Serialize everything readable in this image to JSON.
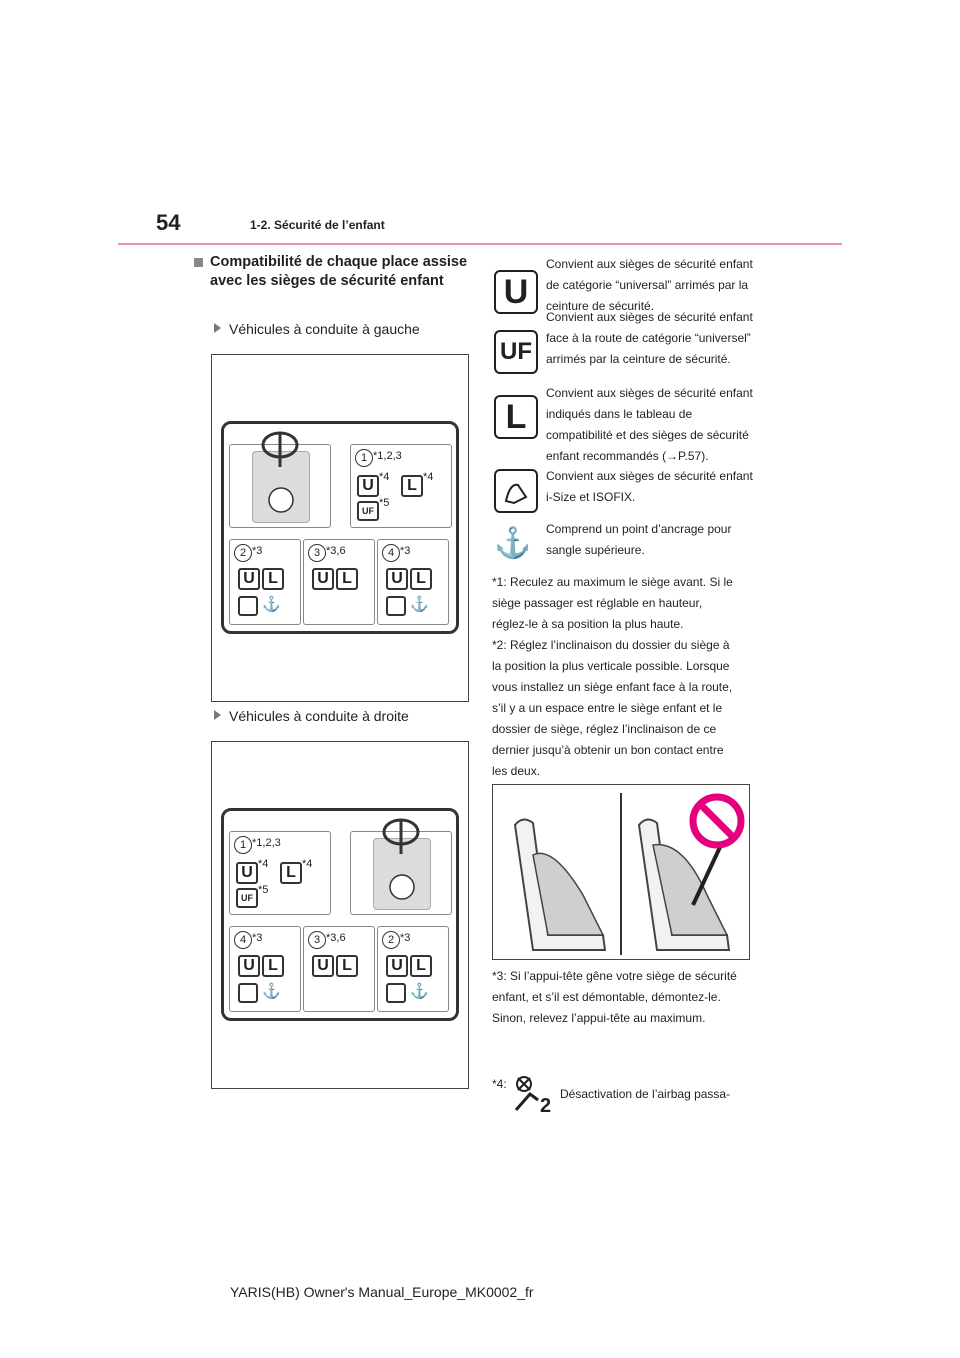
{
  "header": {
    "page_number": "54",
    "section": "1-2. Sécurité de l’enfant"
  },
  "heading": "Compatibilité de chaque place assise avec les sièges de sécurité enfant",
  "left_label": "Véhicules à conduite à gauche",
  "right_label": "Véhicules à conduite à droite",
  "diagram": {
    "seat1_tag": "*1,2,3",
    "sup4": "*4",
    "sup5": "*5",
    "tag3": "*3",
    "tag36": "*3,6",
    "n1": "1",
    "n2": "2",
    "n3": "3",
    "n4": "4",
    "U": "U",
    "L": "L",
    "UF": "UF"
  },
  "legend": [
    {
      "icon": "U",
      "text": "Convient aux sièges de sécurité enfant de catégorie “universal” arrimés par la ceinture de sécurité."
    },
    {
      "icon": "UF",
      "text": "Convient aux sièges de sécurité enfant face à la route de catégorie “universel” arrimés par la ceinture de sécurité."
    },
    {
      "icon": "L",
      "text": "Convient aux sièges de sécurité enfant indiqués dans le tableau de compatibilité et des sièges de sécurité enfant recommandés (→P.57)."
    },
    {
      "icon": "isofix",
      "text": "Convient aux sièges de sécurité enfant i-Size et ISOFIX."
    },
    {
      "icon": "anchor",
      "text": "Comprend un point d’ancrage pour sangle supérieure."
    }
  ],
  "footnotes": [
    {
      "mark": "*1:",
      "text": "Reculez au maximum le siège avant. Si le siège passager est réglable en hauteur, réglez-le à sa position la plus haute."
    },
    {
      "mark": "*2:",
      "text": "Réglez l’inclinaison du dossier du siège à la position la plus verticale possible. Lorsque vous installez un siège enfant face à la route, s’il y a un espace entre le siège enfant et le dossier de siège, réglez l’inclinaison de ce dernier jusqu’à obtenir un bon contact entre les deux."
    },
    {
      "mark": "*3:",
      "text": "Si l’appui-tête gêne votre siège de sécurité enfant, et s’il est démontable, démontez-le. Sinon, relevez l’appui-tête au maximum."
    },
    {
      "mark": "*4:",
      "text": "Désactivation de l’airbag passa-"
    }
  ],
  "footer": "YARIS(HB) Owner's Manual_Europe_MK0002_fr"
}
